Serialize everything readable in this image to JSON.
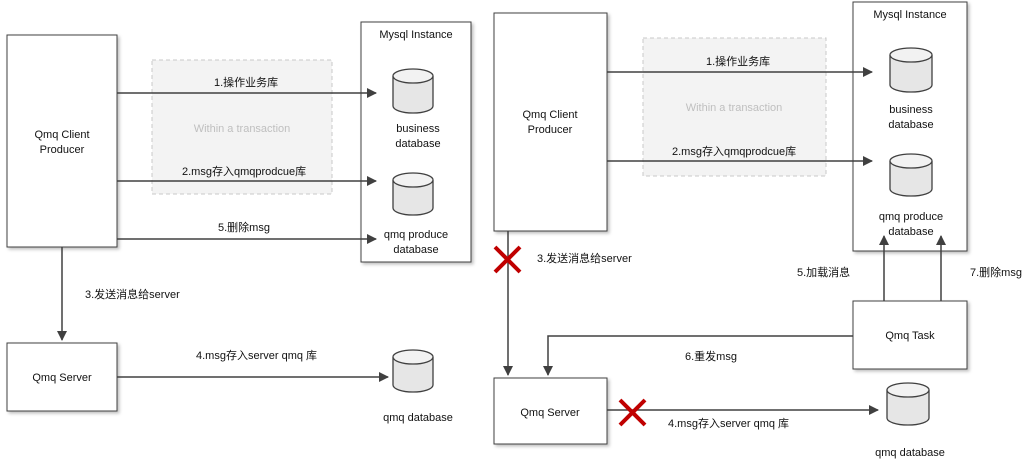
{
  "left": {
    "producer_line1": "Qmq Client",
    "producer_line2": "Producer",
    "mysql_title": "Mysql Instance",
    "transaction_label": "Within a transaction",
    "business_db_line1": "business",
    "business_db_line2": "database",
    "produce_db_line1": "qmq produce",
    "produce_db_line2": "database",
    "server_label": "Qmq Server",
    "qmq_db_label": "qmq database",
    "step1": "1.操作业务库",
    "step2": "2.msg存入qmqprodcue库",
    "step3": "3.发送消息给server",
    "step4": "4.msg存入server qmq 库",
    "step5": "5.删除msg"
  },
  "right": {
    "producer_line1": "Qmq Client",
    "producer_line2": "Producer",
    "mysql_title": "Mysql Instance",
    "transaction_label": "Within a transaction",
    "business_db_line1": "business",
    "business_db_line2": "database",
    "produce_db_line1": "qmq produce",
    "produce_db_line2": "database",
    "server_label": "Qmq Server",
    "qmq_db_label": "qmq database",
    "task_label": "Qmq Task",
    "step1": "1.操作业务库",
    "step2": "2.msg存入qmqprodcue库",
    "step3": "3.发送消息给server",
    "step4": "4.msg存入server qmq 库",
    "step5": "5.加载消息",
    "step6": "6.重发msg",
    "step7": "7.删除msg"
  },
  "colors": {
    "box_fill": "#ffffff",
    "shadow": "#d9d9d9",
    "line": "#404040",
    "failure_x": "#c00000",
    "faint_text": "#bfbfbf",
    "dashed_border": "#c8c8c8"
  }
}
